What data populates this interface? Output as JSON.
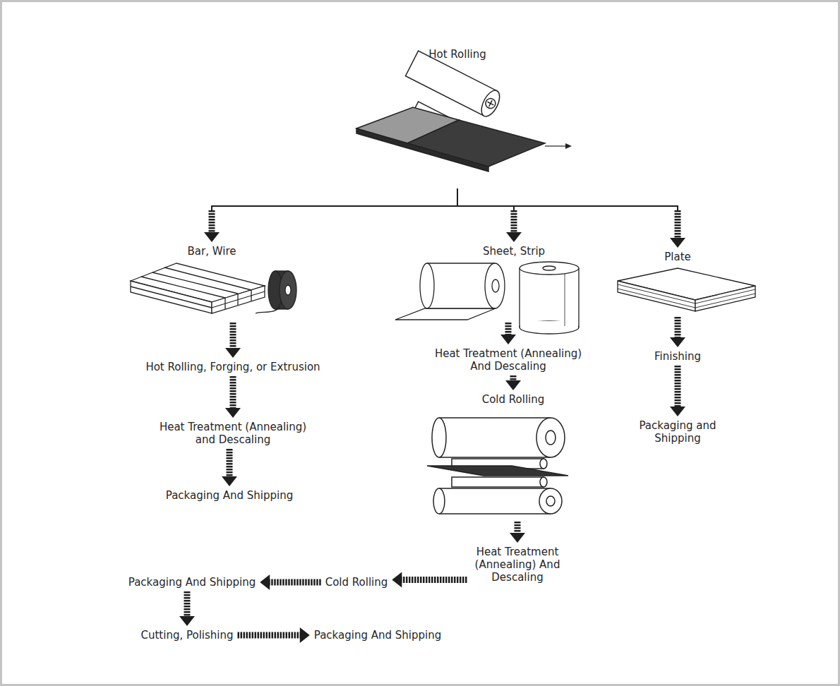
{
  "diagram": {
    "nodes": [
      {
        "text": [
          "Hot Rolling"
        ]
      },
      {
        "text": [
          "Bar, Wire"
        ]
      },
      {
        "text": [
          "Sheet, Strip"
        ]
      },
      {
        "text": [
          "Plate"
        ]
      },
      {
        "text": [
          "Hot Rolling, Forging, or Extrusion"
        ]
      },
      {
        "text": [
          "Heat Treatment (Annealing) and Descaling"
        ]
      },
      {
        "text": [
          "Packaging And Shipping"
        ]
      },
      {
        "text": [
          "Heat Treatment (Annealing) And Descaling"
        ]
      },
      {
        "text": [
          "Cold Rolling"
        ]
      },
      {
        "text": [
          "Heat Treatment (Annealing) And Descaling"
        ]
      },
      {
        "text": [
          "Finishing"
        ]
      },
      {
        "text": [
          "Packaging and Shipping"
        ]
      },
      {
        "text": [
          "Cold Rolling"
        ]
      },
      {
        "text": [
          "Packaging And Shipping"
        ]
      },
      {
        "text": [
          "Cutting, Polishing"
        ]
      },
      {
        "text": [
          "Packaging And Shipping"
        ]
      }
    ],
    "edges": [
      {
        "from": 0,
        "to": 1,
        "arrow": "to"
      },
      {
        "from": 0,
        "to": 2,
        "arrow": "to"
      },
      {
        "from": 0,
        "to": 3,
        "arrow": "to"
      },
      {
        "from": 1,
        "to": 4,
        "arrow": "to"
      },
      {
        "from": 4,
        "to": 5,
        "arrow": "to"
      },
      {
        "from": 5,
        "to": 6,
        "arrow": "to"
      },
      {
        "from": 2,
        "to": 7,
        "arrow": "to"
      },
      {
        "from": 7,
        "to": 8,
        "arrow": "to"
      },
      {
        "from": 8,
        "to": 9,
        "arrow": "to"
      },
      {
        "from": 9,
        "to": 12,
        "arrow": "to"
      },
      {
        "from": 12,
        "to": 13,
        "arrow": "to"
      },
      {
        "from": 13,
        "to": 14,
        "arrow": "to"
      },
      {
        "from": 14,
        "to": 15,
        "arrow": "to"
      },
      {
        "from": 3,
        "to": 10,
        "arrow": "to"
      },
      {
        "from": 10,
        "to": 11,
        "arrow": "to"
      }
    ]
  }
}
